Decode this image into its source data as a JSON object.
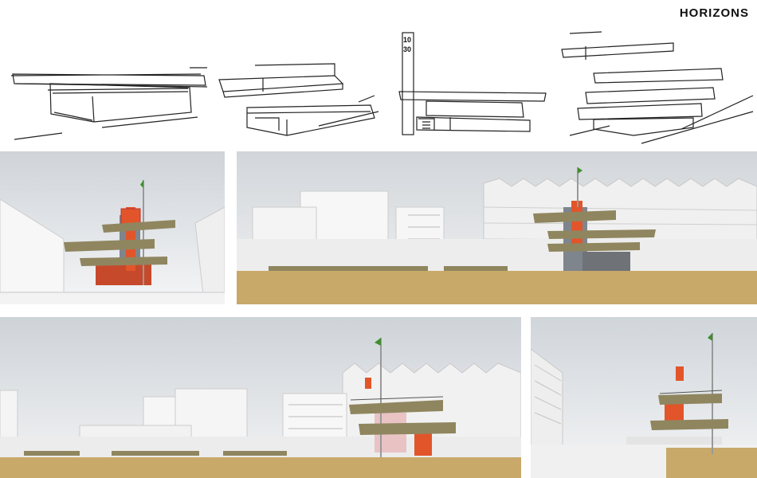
{
  "header": {
    "title": "HORIZONS"
  },
  "sketch_tower_text": {
    "line1": "10",
    "line2": "30"
  },
  "colors": {
    "accent_orange": "#e2542a",
    "deck_olive": "#8f8660",
    "ground_sand": "#c9a96a",
    "flag_green": "#3f8f2e",
    "sky": "#d9dde1",
    "building": "#f3f3f3"
  }
}
